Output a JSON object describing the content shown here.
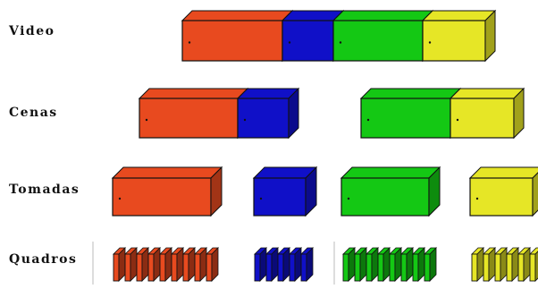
{
  "levels": [
    {
      "key": "video",
      "label": "Video"
    },
    {
      "key": "cenas",
      "label": "Cenas"
    },
    {
      "key": "tomadas",
      "label": "Tomadas"
    },
    {
      "key": "quadros",
      "label": "Quadros"
    }
  ],
  "colors": {
    "red": "#e84a1f",
    "blue": "#1010c8",
    "green": "#14c814",
    "yellow": "#e6e626",
    "outline": "#111111"
  },
  "segments": {
    "video": [
      "red",
      "blue",
      "green",
      "yellow"
    ],
    "cenas": [
      [
        "red",
        "blue"
      ],
      [
        "green",
        "yellow"
      ]
    ],
    "tomadas": [
      "red",
      "blue",
      "green",
      "yellow"
    ],
    "quadros": [
      {
        "color": "red",
        "count": 9
      },
      {
        "color": "blue",
        "count": 5
      },
      {
        "color": "green",
        "count": 8
      },
      {
        "color": "yellow",
        "count": 6
      }
    ]
  }
}
